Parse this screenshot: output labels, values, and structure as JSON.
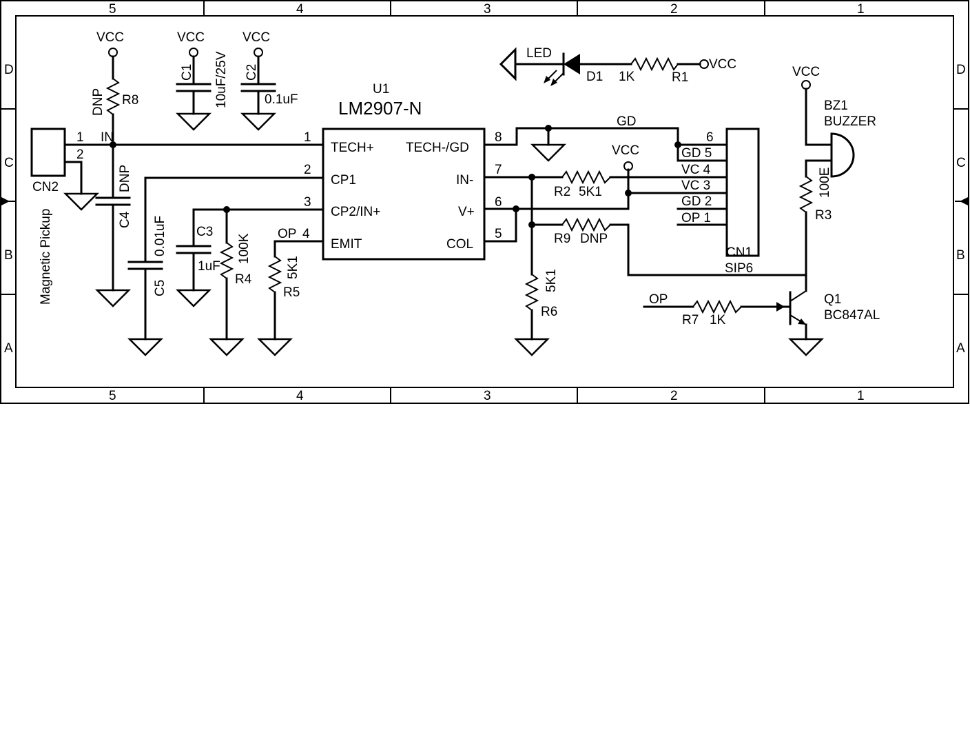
{
  "frame": {
    "columns": [
      "5",
      "4",
      "3",
      "2",
      "1"
    ],
    "rows": [
      "D",
      "C",
      "B",
      "A"
    ]
  },
  "power": {
    "vcc": "VCC"
  },
  "u1": {
    "ref": "U1",
    "part": "LM2907-N",
    "pins_left": [
      {
        "num": "1",
        "name": "TECH+"
      },
      {
        "num": "2",
        "name": "CP1"
      },
      {
        "num": "3",
        "name": "CP2/IN+"
      },
      {
        "num": "4",
        "name": "EMIT"
      }
    ],
    "pins_right": [
      {
        "num": "8",
        "name": "TECH-/GD"
      },
      {
        "num": "7",
        "name": "IN-"
      },
      {
        "num": "6",
        "name": "V+"
      },
      {
        "num": "5",
        "name": "COL"
      }
    ]
  },
  "cn2": {
    "ref": "CN2",
    "desc": "Magnetic Pickup",
    "pin1": "1",
    "pin2": "2",
    "net_in": "IN"
  },
  "cn1": {
    "ref": "CN1",
    "part": "SIP6",
    "pins": [
      "6",
      "GD 5",
      "VC 4",
      "VC 3",
      "GD 2",
      "OP 1"
    ]
  },
  "components": {
    "r8": {
      "ref": "R8",
      "value": "DNP"
    },
    "c4": {
      "ref": "C4",
      "value": "DNP"
    },
    "c1": {
      "ref": "C1",
      "value": "10uF/25V"
    },
    "c2": {
      "ref": "C2",
      "value": "0.1uF"
    },
    "c5": {
      "ref": "C5",
      "value": "0.01uF"
    },
    "c3": {
      "ref": "C3",
      "value": "1uF"
    },
    "r4": {
      "ref": "R4",
      "value": "100K"
    },
    "r5": {
      "ref": "R5",
      "value": "5K1"
    },
    "r2": {
      "ref": "R2",
      "value": "5K1"
    },
    "r9": {
      "ref": "R9",
      "value": "DNP"
    },
    "r6": {
      "ref": "R6",
      "value": "5K1"
    },
    "r3": {
      "ref": "R3",
      "value": "100E"
    },
    "r7": {
      "ref": "R7",
      "value": "1K"
    },
    "r1": {
      "ref": "R1",
      "value": "1K"
    },
    "d1": {
      "ref": "D1",
      "value": "LED"
    },
    "q1": {
      "ref": "Q1",
      "value": "BC847AL"
    },
    "bz1": {
      "ref": "BZ1",
      "value": "BUZZER"
    }
  },
  "nets": {
    "gd": "GD",
    "op": "OP"
  }
}
